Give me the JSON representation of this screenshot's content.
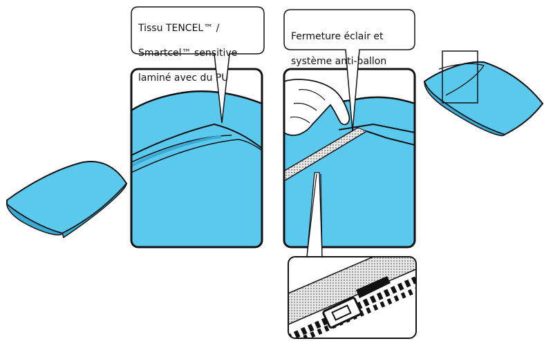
{
  "callouts": {
    "fabric": {
      "line1": "Tissu TENCEL™ /",
      "line2": "Smartcel™ sensitive",
      "line3": "laminé avec du  PU"
    },
    "zipper": {
      "line1": "Fermeture éclair et",
      "line2": "système anti-ballon"
    }
  },
  "colors": {
    "fabric_blue": "#5bc8ee",
    "outline": "#111111",
    "zipper_tape": "#c8c8c8"
  },
  "icons": {
    "pillow_left": "pillow-icon",
    "pillow_right": "pillow-icon",
    "hand": "hand-icon",
    "zipper_detail": "zipper-icon"
  }
}
